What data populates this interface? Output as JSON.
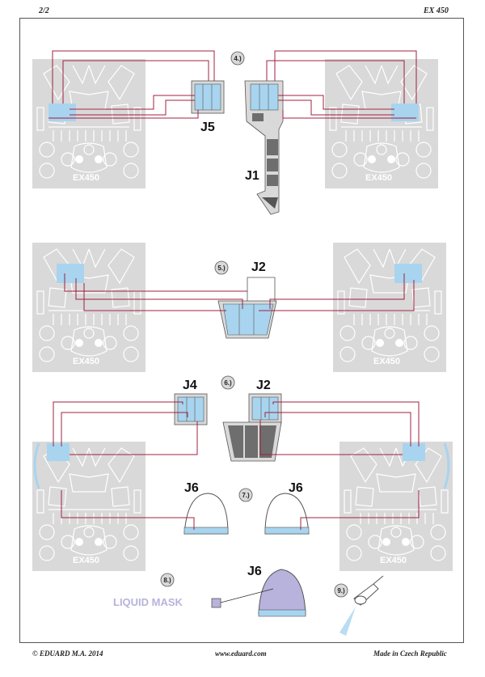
{
  "header": {
    "page": "2/2",
    "code": "EX 450"
  },
  "steps": [
    "4.)",
    "5.)",
    "6.)",
    "7.)",
    "8.)",
    "9.)"
  ],
  "part_labels": {
    "j5": "J5",
    "j1": "J1",
    "j2a": "J2",
    "j4": "J4",
    "j2b": "J2",
    "j6a": "J6",
    "j6b": "J6",
    "j6c": "J6"
  },
  "sheet_marking": "EX450",
  "liquid_mask": "LIQUID MASK",
  "footer": {
    "copyright": "© EDUARD  M.A. 2014",
    "url": "www.eduard.com",
    "origin": "Made in Czech Republic"
  },
  "colors": {
    "sheet": "#d9d9d9",
    "mask": "#a8d4ef",
    "line": "#a02040",
    "dark": "#6e6e6e",
    "liquid": "#b7b3dc"
  }
}
